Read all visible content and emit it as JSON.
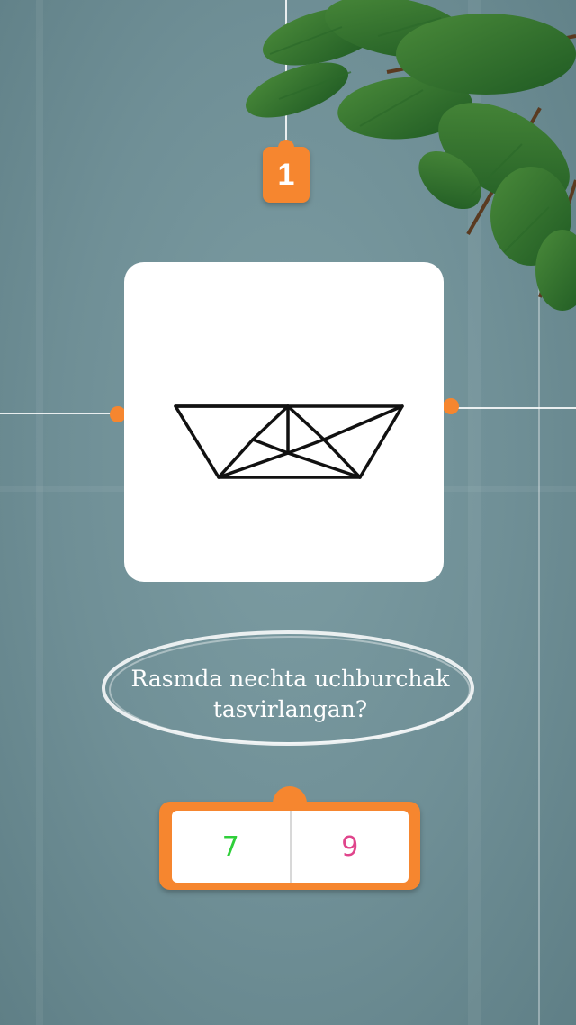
{
  "quiz": {
    "number": "1",
    "question_line1": "Rasmda nechta uchburchak",
    "question_line2": "tasvirlangan?",
    "options": [
      {
        "label": "7",
        "color": "#2fcf3a"
      },
      {
        "label": "9",
        "color": "#e0458c"
      }
    ]
  },
  "colors": {
    "accent": "#f6862f",
    "background": "#7495a0"
  }
}
